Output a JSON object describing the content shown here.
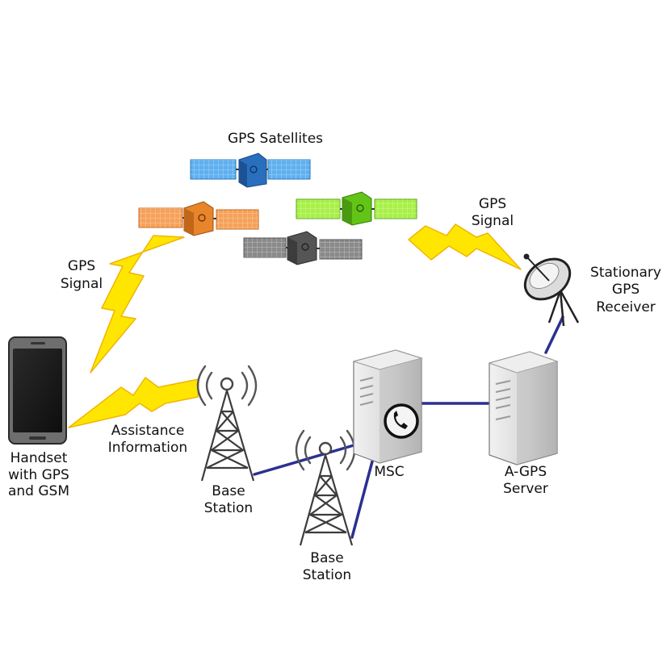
{
  "labels": {
    "satellites": "GPS Satellites",
    "gps_signal_left_1": "GPS",
    "gps_signal_left_2": "Signal",
    "gps_signal_right_1": "GPS",
    "gps_signal_right_2": "Signal",
    "receiver_1": "Stationary",
    "receiver_2": "GPS",
    "receiver_3": "Receiver",
    "assist_1": "Assistance",
    "assist_2": "Information",
    "handset_1": "Handset",
    "handset_2": "with GPS",
    "handset_3": "and GSM",
    "base1_1": "Base",
    "base1_2": "Station",
    "base2_1": "Base",
    "base2_2": "Station",
    "msc": "MSC",
    "agps_1": "A-GPS",
    "agps_2": "Server"
  },
  "satellite_colors": {
    "blue": "#2f7fd0",
    "orange": "#e8842a",
    "green": "#6ccf1a",
    "gray": "#5a5a5a"
  },
  "colors": {
    "link": "#2a3190",
    "bolt": "#ffe600"
  },
  "icons": [
    "satellite-icon",
    "lightning-bolt-icon",
    "smartphone-icon",
    "antenna-tower-icon",
    "server-icon",
    "phone-icon",
    "satellite-dish-icon"
  ]
}
